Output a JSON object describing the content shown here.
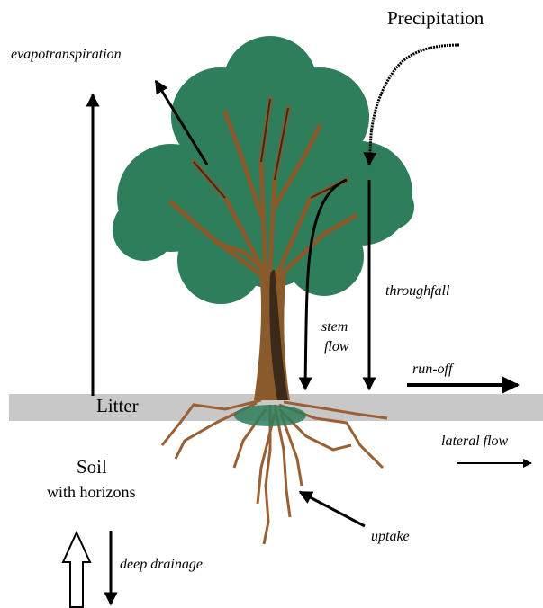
{
  "diagram": {
    "labels": {
      "precipitation": "Precipitation",
      "evapotranspiration": "evapotranspiration",
      "throughfall": "throughfall",
      "stem_flow_line1": "stem",
      "stem_flow_line2": "flow",
      "run_off": "run-off",
      "litter": "Litter",
      "lateral_flow": "lateral flow",
      "soil": "Soil",
      "soil_sub": "with horizons",
      "uptake": "uptake",
      "deep_drainage": "deep drainage"
    },
    "colors": {
      "canopy": "#2E7D5B",
      "trunk": "#8B5A2B",
      "trunk_dark": "#3B2A1A",
      "roots": "#9A6033",
      "litter": "#C8C8C8",
      "arrow": "#000000"
    }
  }
}
